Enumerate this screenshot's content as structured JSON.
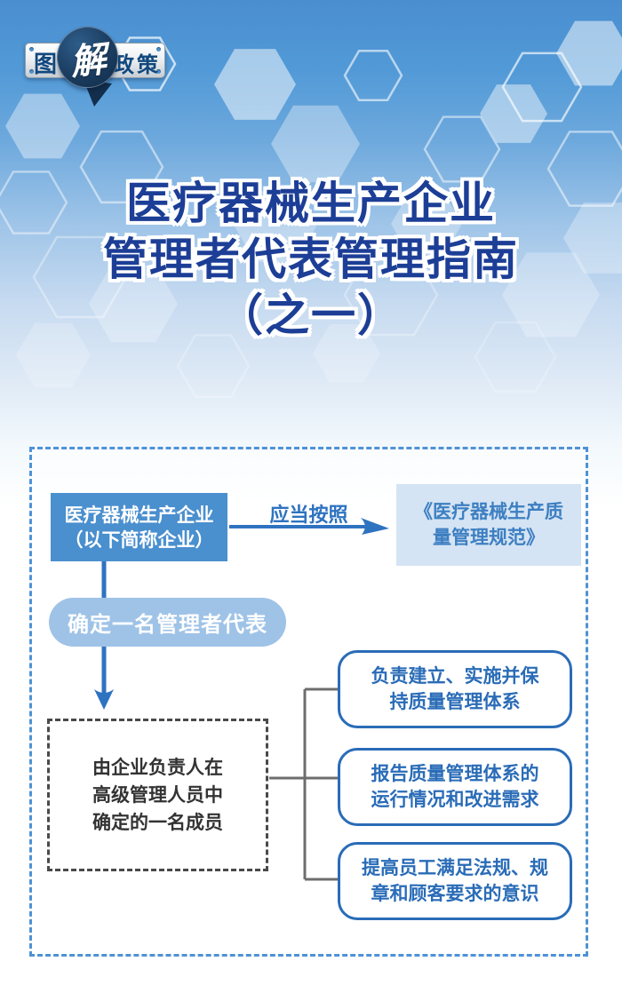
{
  "logo": {
    "prefix": "图",
    "bubble": "解",
    "suffix": "政策"
  },
  "title": {
    "line1": "医疗器械生产企业",
    "line2": "管理者代表管理指南",
    "line3": "（之一）"
  },
  "flowchart": {
    "company_box": {
      "line1": "医疗器械生产企业",
      "line2": "（以下简称企业）"
    },
    "arrow_label": "应当按照",
    "regulation_box": {
      "line1": "《医疗器械生产质",
      "line2": "量管理规范》"
    },
    "appoint_pill": "确定一名管理者代表",
    "member_box": {
      "line1": "由企业负责人在",
      "line2": "高级管理人员中",
      "line3": "确定的一名成员"
    },
    "duties": [
      {
        "line1": "负责建立、实施并保",
        "line2": "持质量管理体系"
      },
      {
        "line1": "报告质量管理体系的",
        "line2": "运行情况和改进需求"
      },
      {
        "line1": "提高员工满足法规、规",
        "line2": "章和顾客要求的意识"
      }
    ]
  },
  "colors": {
    "background_top_blue": "#4a8ed0",
    "title_navy": "#1c3e96",
    "accent_blue": "#2e73c0",
    "company_box_blue": "#4a8fce",
    "pill_blue": "#9fc3e7",
    "regulation_panel_blue": "#d5e4f4",
    "duty_border_blue": "#2a6cb7",
    "frame_dash_blue": "#4e92d6",
    "member_dash_gray": "#4a4a4a",
    "connector_gray": "#6d6d6d"
  }
}
